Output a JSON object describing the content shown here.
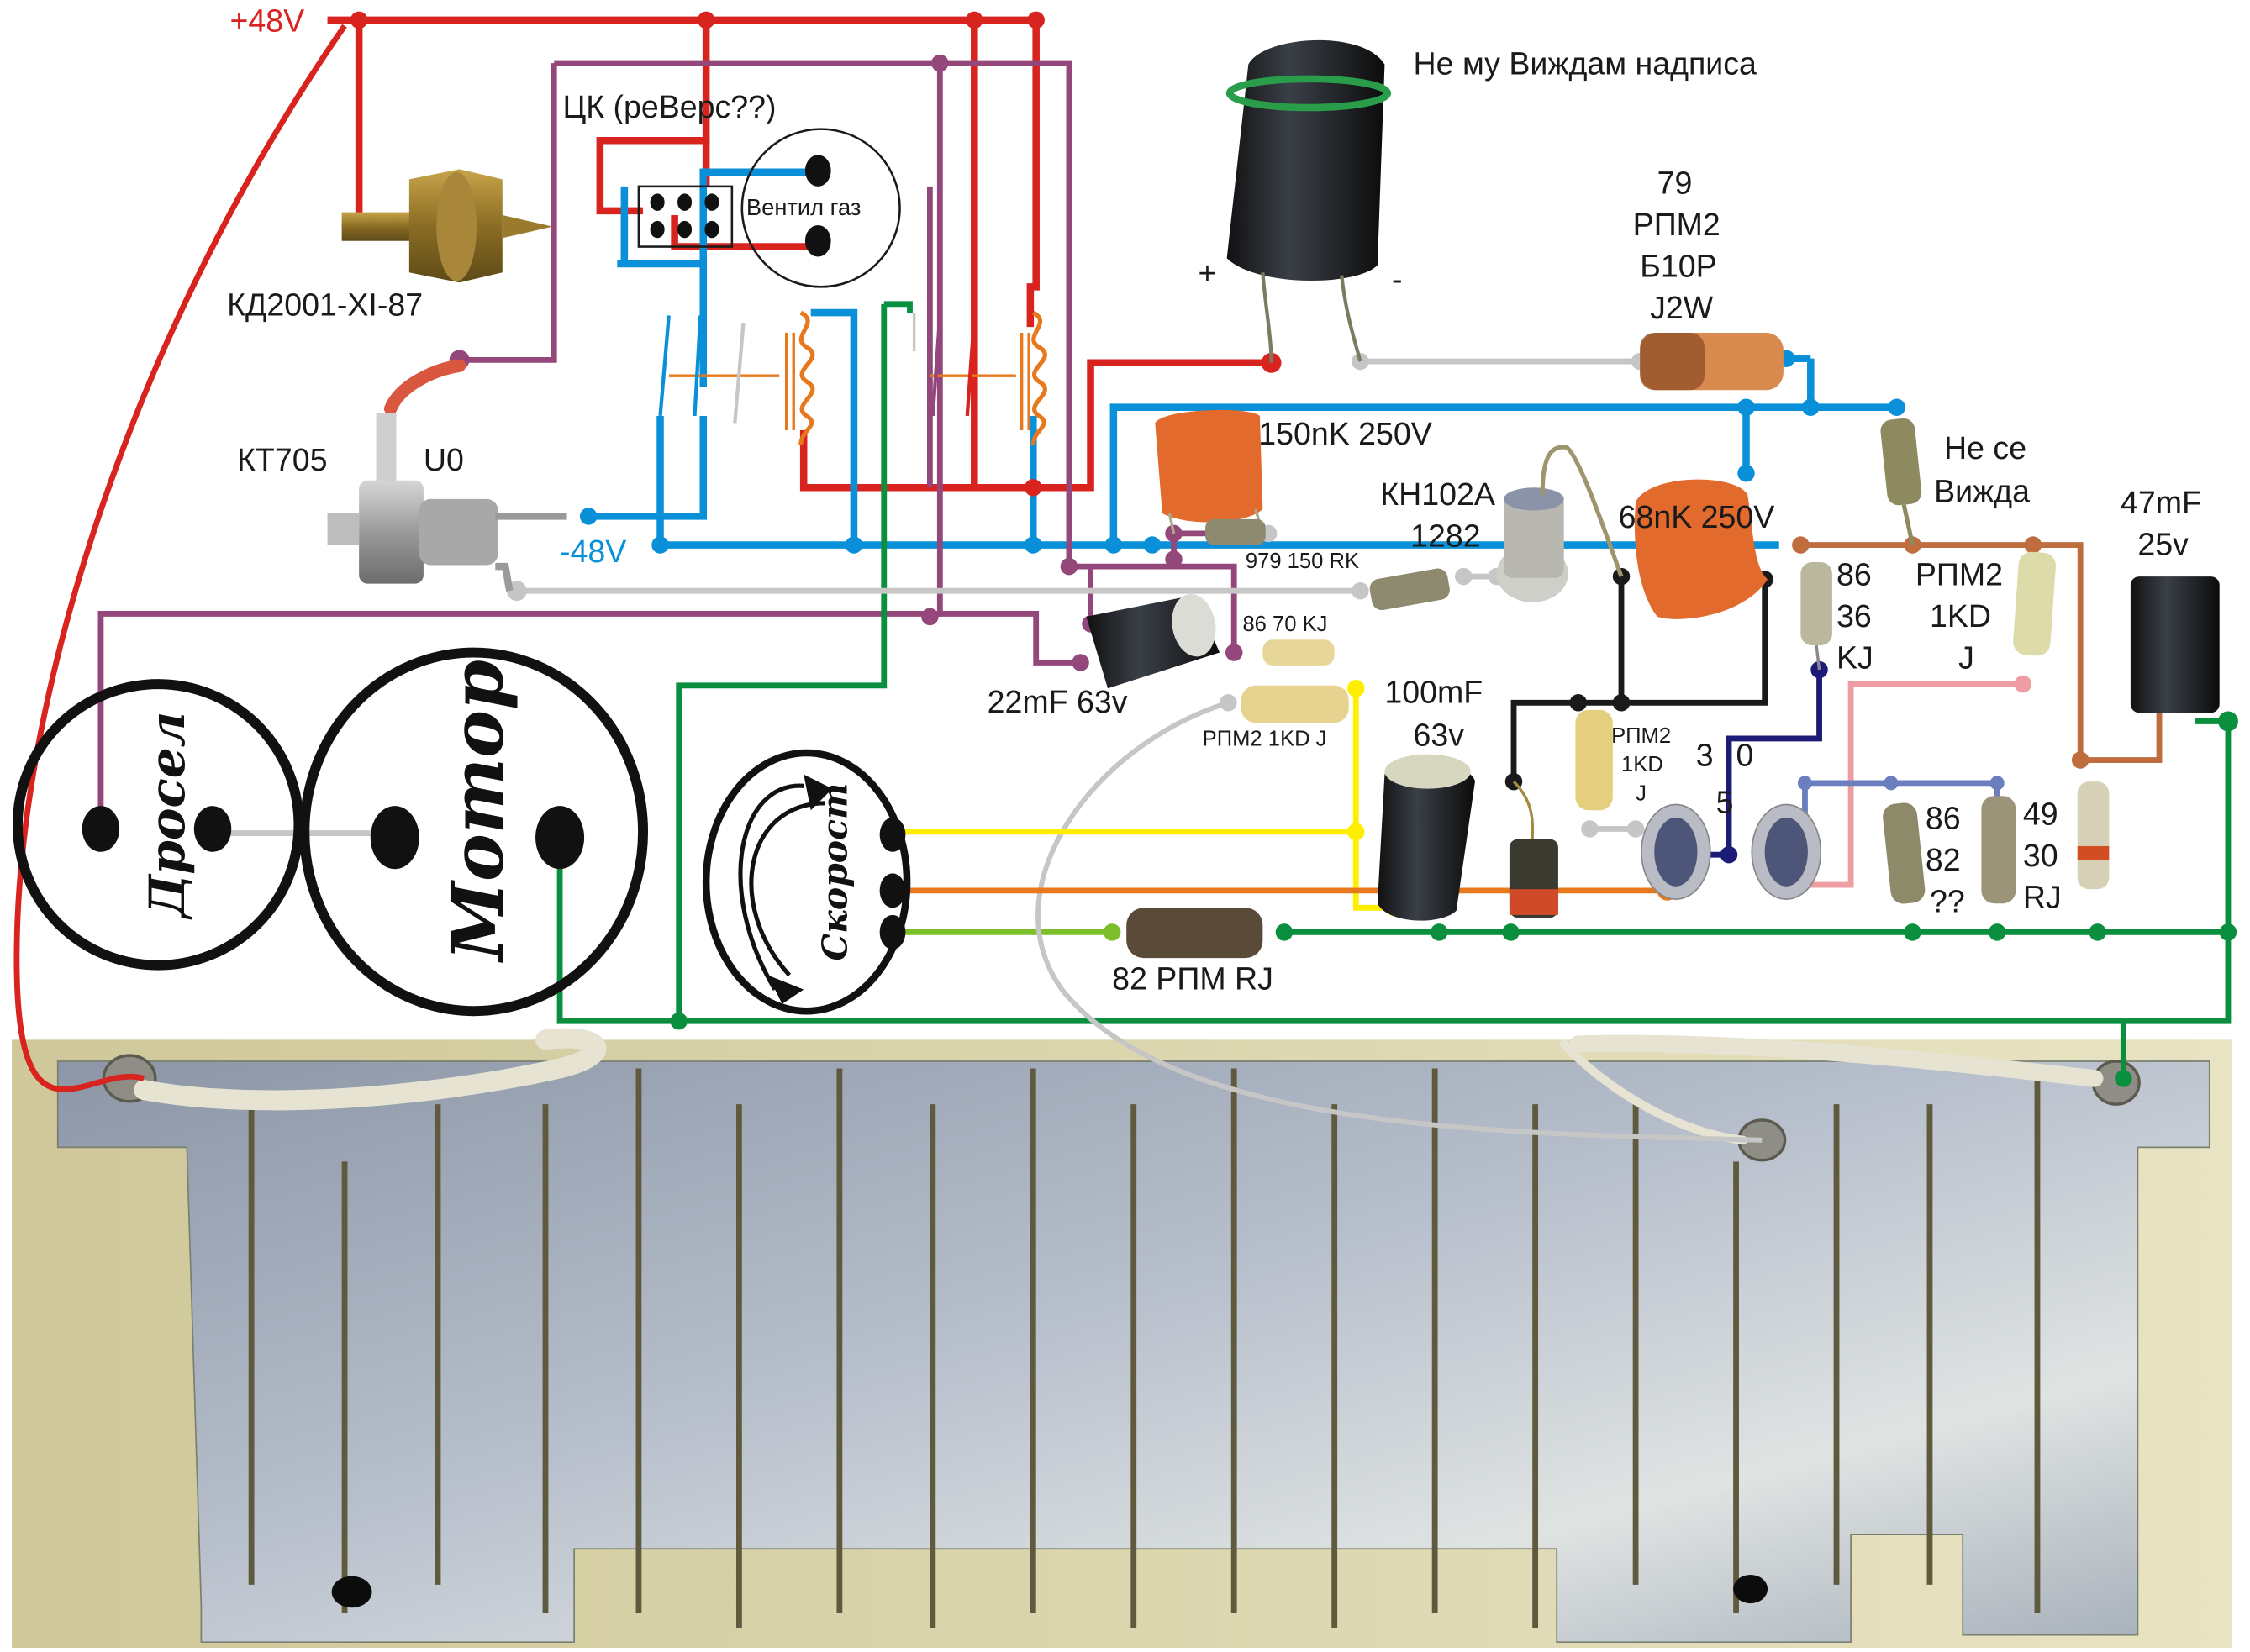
{
  "diagram": {
    "title": "Wiring diagram: control board with relays, regulator components and aluminium heatsink",
    "wire_colors": {
      "plus48": "#d8231f",
      "minus48": "#0a90d8",
      "purple": "#93477a",
      "green": "#0a8f3e",
      "lightgreen": "#7dbf2a",
      "gray": "#c6c6c6",
      "yellow": "#ffee00",
      "orange": "#e8781c",
      "black": "#1a1a1a",
      "brown": "#bf6d3f",
      "pink": "#ee9da3",
      "navy": "#1c1c78",
      "steelblue": "#6b7fbf"
    },
    "rails": {
      "plus48": "+48V",
      "minus48": "-48V"
    },
    "labels": {
      "rectifier": "КД2001-XI-87",
      "reverser": "ЦК (реВерс??)",
      "gas_valve": "Вентил газ",
      "transistor_type": "КТ705",
      "transistor_mark": "U0",
      "big_capacitor": "Не му Виждам надписа",
      "cap_plus": "+",
      "cap_minus": "-",
      "resistor_79": [
        "79",
        "РПМ2",
        "Б10Р",
        "J2W"
      ],
      "cap_150n": "150nK 250V",
      "thyristor": [
        "КН102А",
        "1282"
      ],
      "cap_68n": "68nK 250V",
      "res_unreadable": [
        "Не се",
        "Вижда"
      ],
      "cap_47": [
        "47mF",
        "25v"
      ],
      "res_979": "979 150 RK",
      "res_8670": "86 70 KJ",
      "cap_22": "22mF  63v",
      "res_1kd_a": "РПМ2 1KD J",
      "cap_100": [
        "100mF",
        "63v"
      ],
      "res_1kd_b": [
        "РПМ2",
        "1KD",
        "J"
      ],
      "res_8636": [
        "86",
        "36",
        "KJ"
      ],
      "res_1kd_c": [
        "РПМ2",
        "1KD",
        "J"
      ],
      "trimmer_marks": [
        "3",
        "0",
        "5"
      ],
      "res_8682": [
        "86",
        "82",
        "??"
      ],
      "res_4930": [
        "49",
        "30",
        "RJ"
      ],
      "res_82": "82 РПМ RJ",
      "conn_choke": "Дросел",
      "conn_motor": "Мотор",
      "conn_speed": "Скорост"
    }
  }
}
